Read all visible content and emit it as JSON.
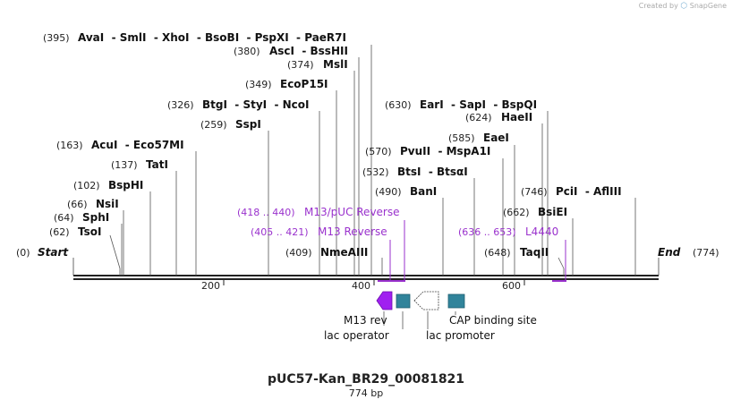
{
  "credit": {
    "prefix": "Created by",
    "brand": "SnapGene"
  },
  "sequence": {
    "name": "pUC57-Kan_BR29_00081821",
    "length_label": "774 bp",
    "length": 774
  },
  "ends": [
    {
      "pos": "(0)",
      "name": "Start"
    },
    {
      "pos": "(774)",
      "name": "End"
    }
  ],
  "scale_ticks": [
    "200",
    "400",
    "600"
  ],
  "enzymes": [
    {
      "pos": "(395)",
      "name": "AvaI  - SmlI  - XhoI  - BsoBI  - PspXI  - PaeR7I"
    },
    {
      "pos": "(380)",
      "name": "AscI  - BssHII"
    },
    {
      "pos": "(374)",
      "name": "MslI"
    },
    {
      "pos": "(349)",
      "name": "EcoP15I"
    },
    {
      "pos": "(326)",
      "name": "BtgI  - StyI  - NcoI"
    },
    {
      "pos": "(259)",
      "name": "SspI"
    },
    {
      "pos": "(163)",
      "name": "AcuI  - Eco57MI"
    },
    {
      "pos": "(137)",
      "name": "TatI"
    },
    {
      "pos": "(102)",
      "name": "BspHI"
    },
    {
      "pos": "(66)",
      "name": "NsiI"
    },
    {
      "pos": "(64)",
      "name": "SphI"
    },
    {
      "pos": "(62)",
      "name": "TsoI"
    },
    {
      "pos": "(409)",
      "name": "NmeAIII"
    },
    {
      "pos": "(630)",
      "name": "EarI  - SapI  - BspQI"
    },
    {
      "pos": "(624)",
      "name": "HaeII"
    },
    {
      "pos": "(585)",
      "name": "EaeI"
    },
    {
      "pos": "(570)",
      "name": "PvuII  - MspA1I"
    },
    {
      "pos": "(532)",
      "name": "BtsI  - BtsαI"
    },
    {
      "pos": "(490)",
      "name": "BanI"
    },
    {
      "pos": "(746)",
      "name": "PciI  - AflIII"
    },
    {
      "pos": "(662)",
      "name": "BsiEI"
    },
    {
      "pos": "(648)",
      "name": "TaqII"
    }
  ],
  "primers": [
    {
      "range": "(418 .. 440)",
      "name": "M13/pUC Reverse"
    },
    {
      "range": "(405 .. 421)",
      "name": "M13 Reverse"
    },
    {
      "range": "(636 .. 653)",
      "name": "L4440"
    }
  ],
  "features": [
    {
      "name": "M13 rev"
    },
    {
      "name": "lac operator"
    },
    {
      "name": "lac promoter"
    },
    {
      "name": "CAP binding site"
    }
  ],
  "colors": {
    "primer": "#9a32cd",
    "feature_purple": "#a020f0",
    "feature_teal": "#31849b",
    "line": "#333333"
  }
}
